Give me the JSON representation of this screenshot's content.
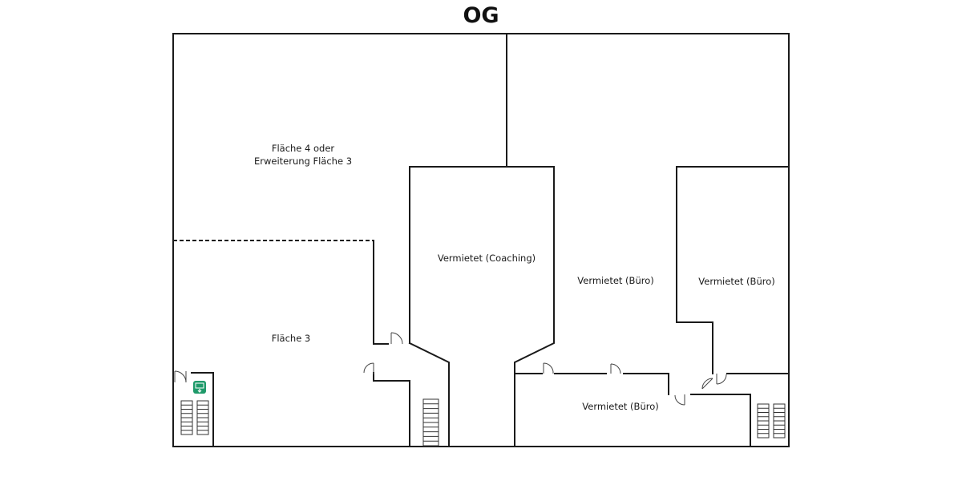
{
  "plan": {
    "title": "OG",
    "rooms": {
      "flaeche4_line1": "Fläche 4 oder",
      "flaeche4_line2": "Erweiterung Fläche 3",
      "flaeche3": "Fläche 3",
      "coaching": "Vermietet (Coaching)",
      "buero_center": "Vermietet (Büro)",
      "buero_right": "Vermietet (Büro)",
      "buero_bottom": "Vermietet (Büro)"
    },
    "colors": {
      "wall": "#1a1a1a",
      "exit_sign": "#1f9a6a"
    },
    "icons": {
      "emergency_exit": "emergency-exit-sign-icon"
    }
  }
}
